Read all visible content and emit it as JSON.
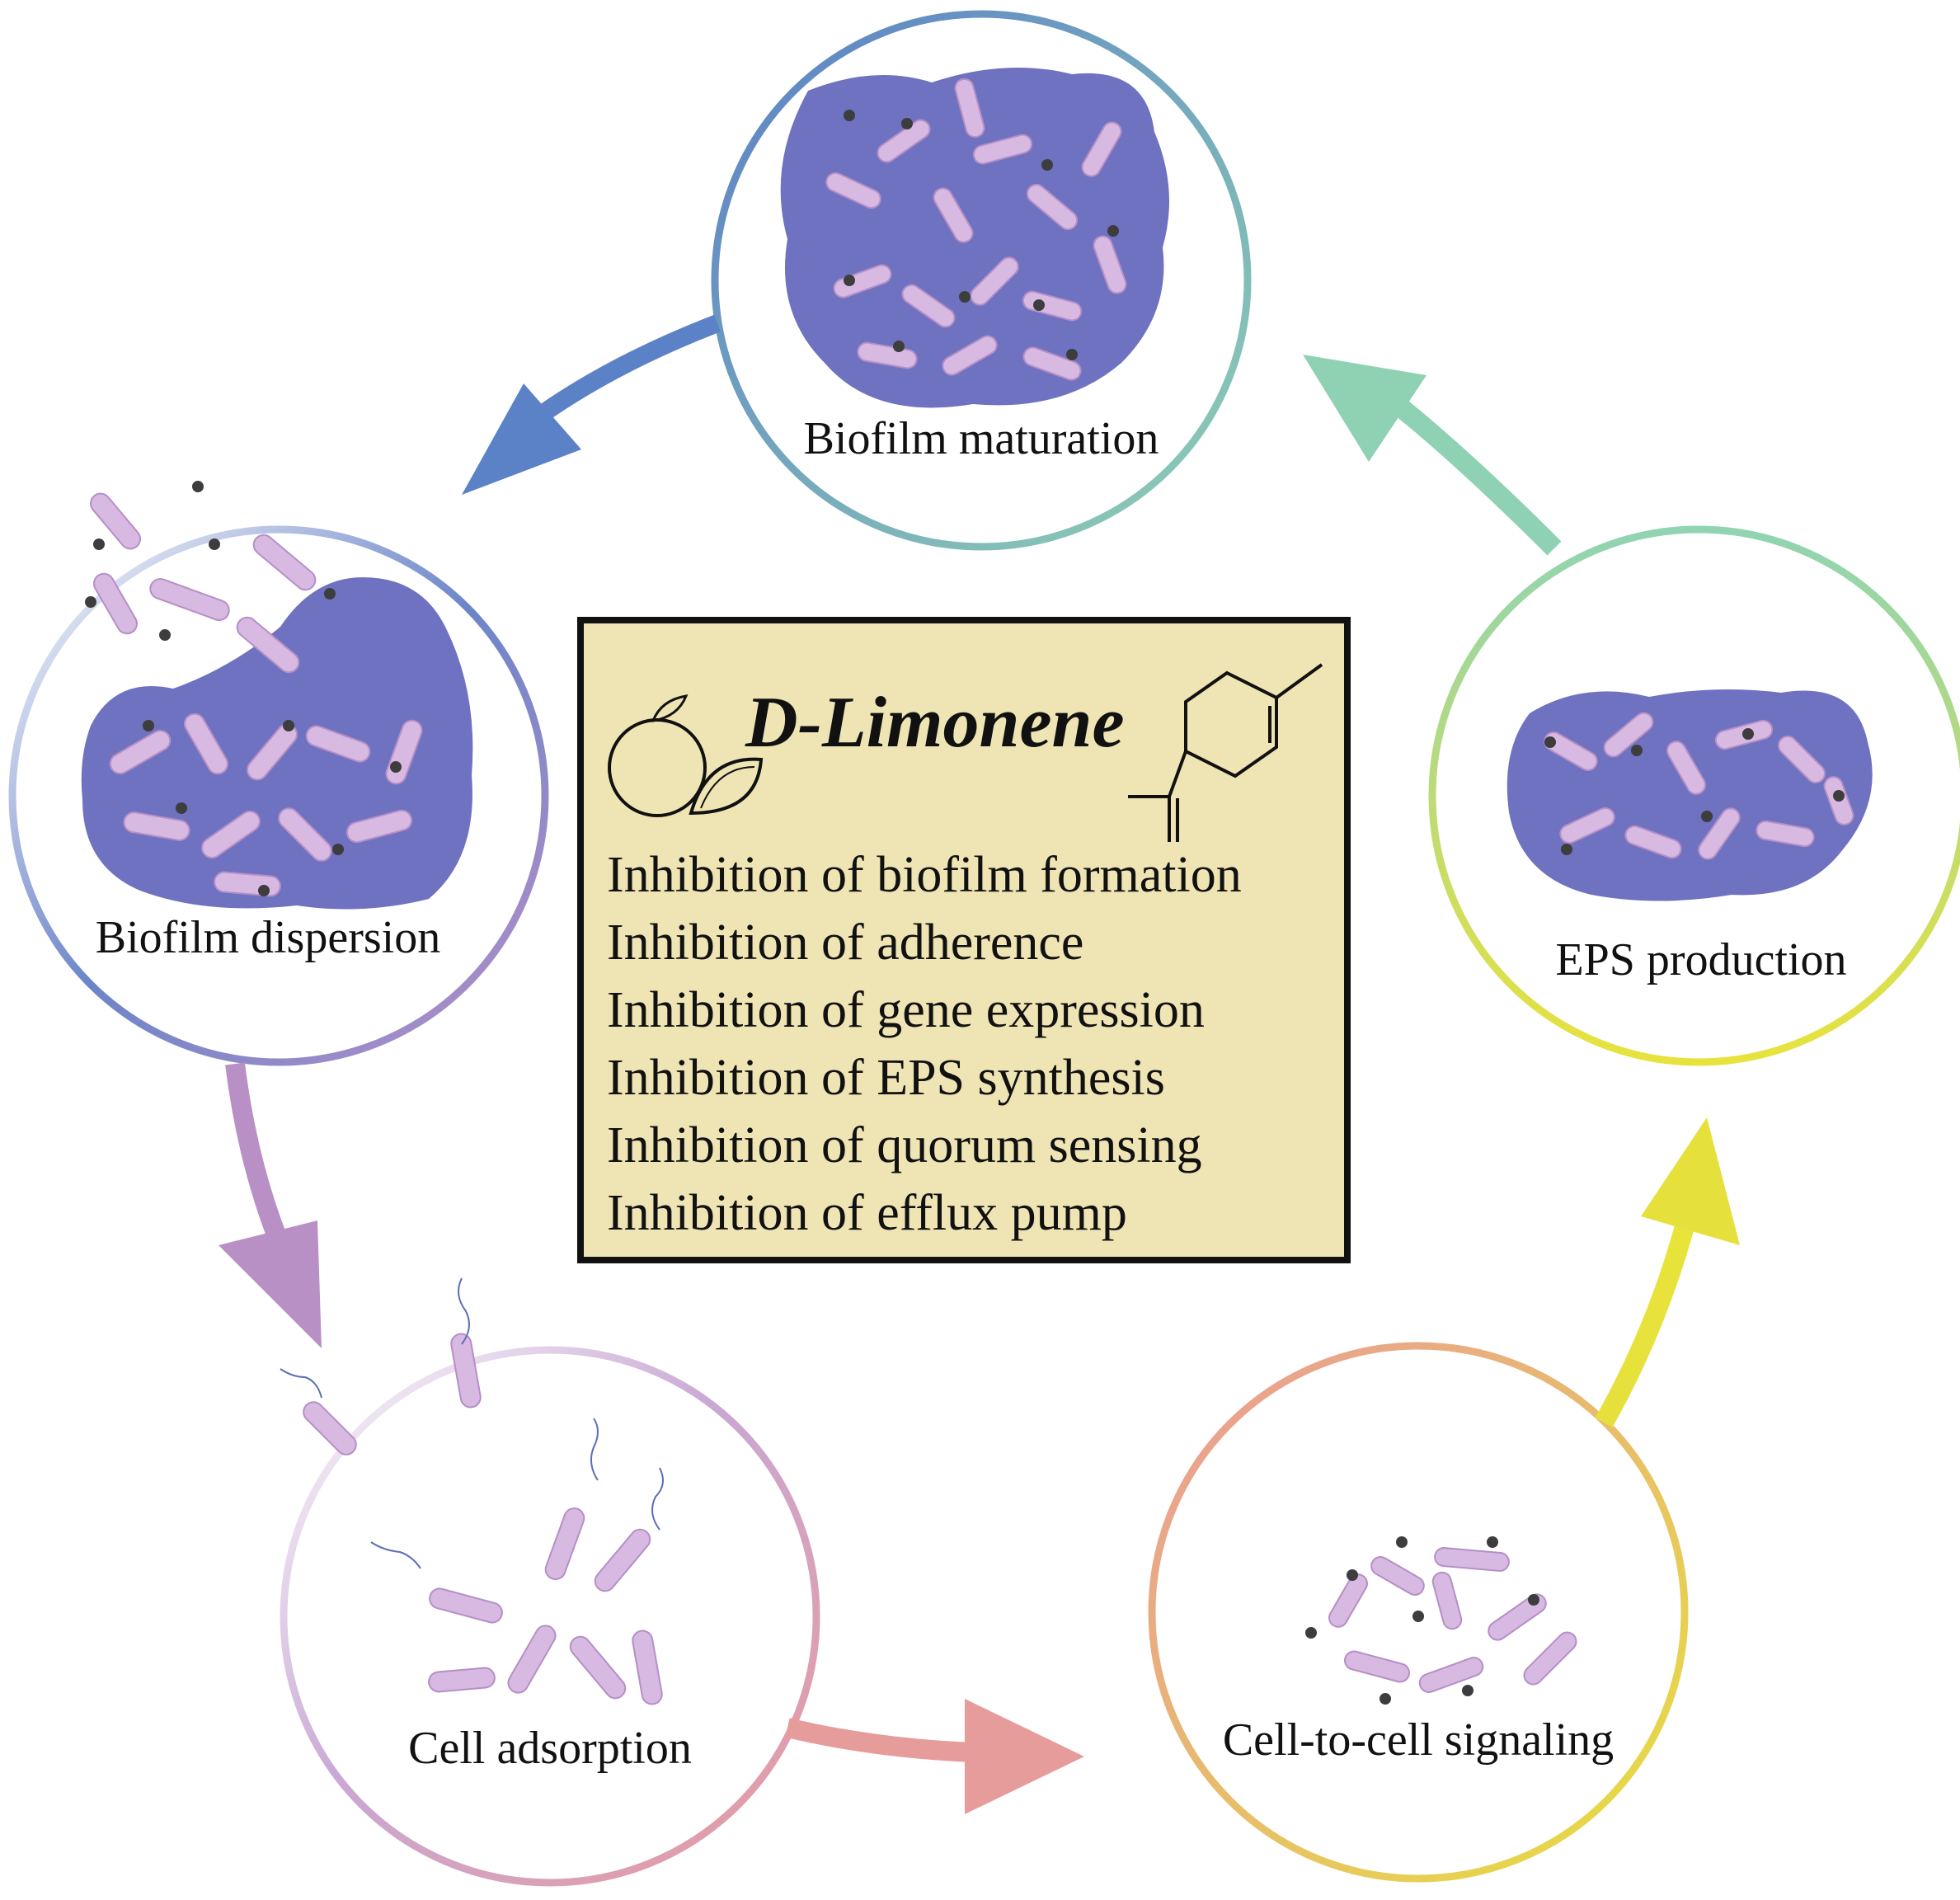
{
  "stages": [
    {
      "id": "maturation",
      "label": "Biofilm maturation"
    },
    {
      "id": "eps",
      "label": "EPS production"
    },
    {
      "id": "signaling",
      "label": "Cell-to-cell signaling"
    },
    {
      "id": "adsorption",
      "label": "Cell adsorption"
    },
    {
      "id": "dispersion",
      "label": "Biofilm dispersion"
    }
  ],
  "center_box": {
    "title": "D-Limonene",
    "effects": [
      "Inhibition of biofilm formation",
      "Inhibition of adherence",
      "Inhibition of gene expression",
      "Inhibition of EPS synthesis",
      "Inhibition of quorum sensing",
      "Inhibition of efflux pump"
    ]
  },
  "colors": {
    "box_fill": "#efe4b4",
    "biofilm_matrix": "#6e72c0",
    "bacteria": "#d7b9e2",
    "bacteria_core": "#f2e29a",
    "signal_dot": "#3d3d3d",
    "arrow_blue": "#5b82c6",
    "arrow_teal": "#8fd1b3",
    "arrow_yellow": "#e6e03d",
    "arrow_pink": "#e79c9c",
    "arrow_purple": "#b990c6"
  },
  "icons": [
    "orange-icon",
    "lemon-slice-icon",
    "limonene-structure-icon"
  ]
}
